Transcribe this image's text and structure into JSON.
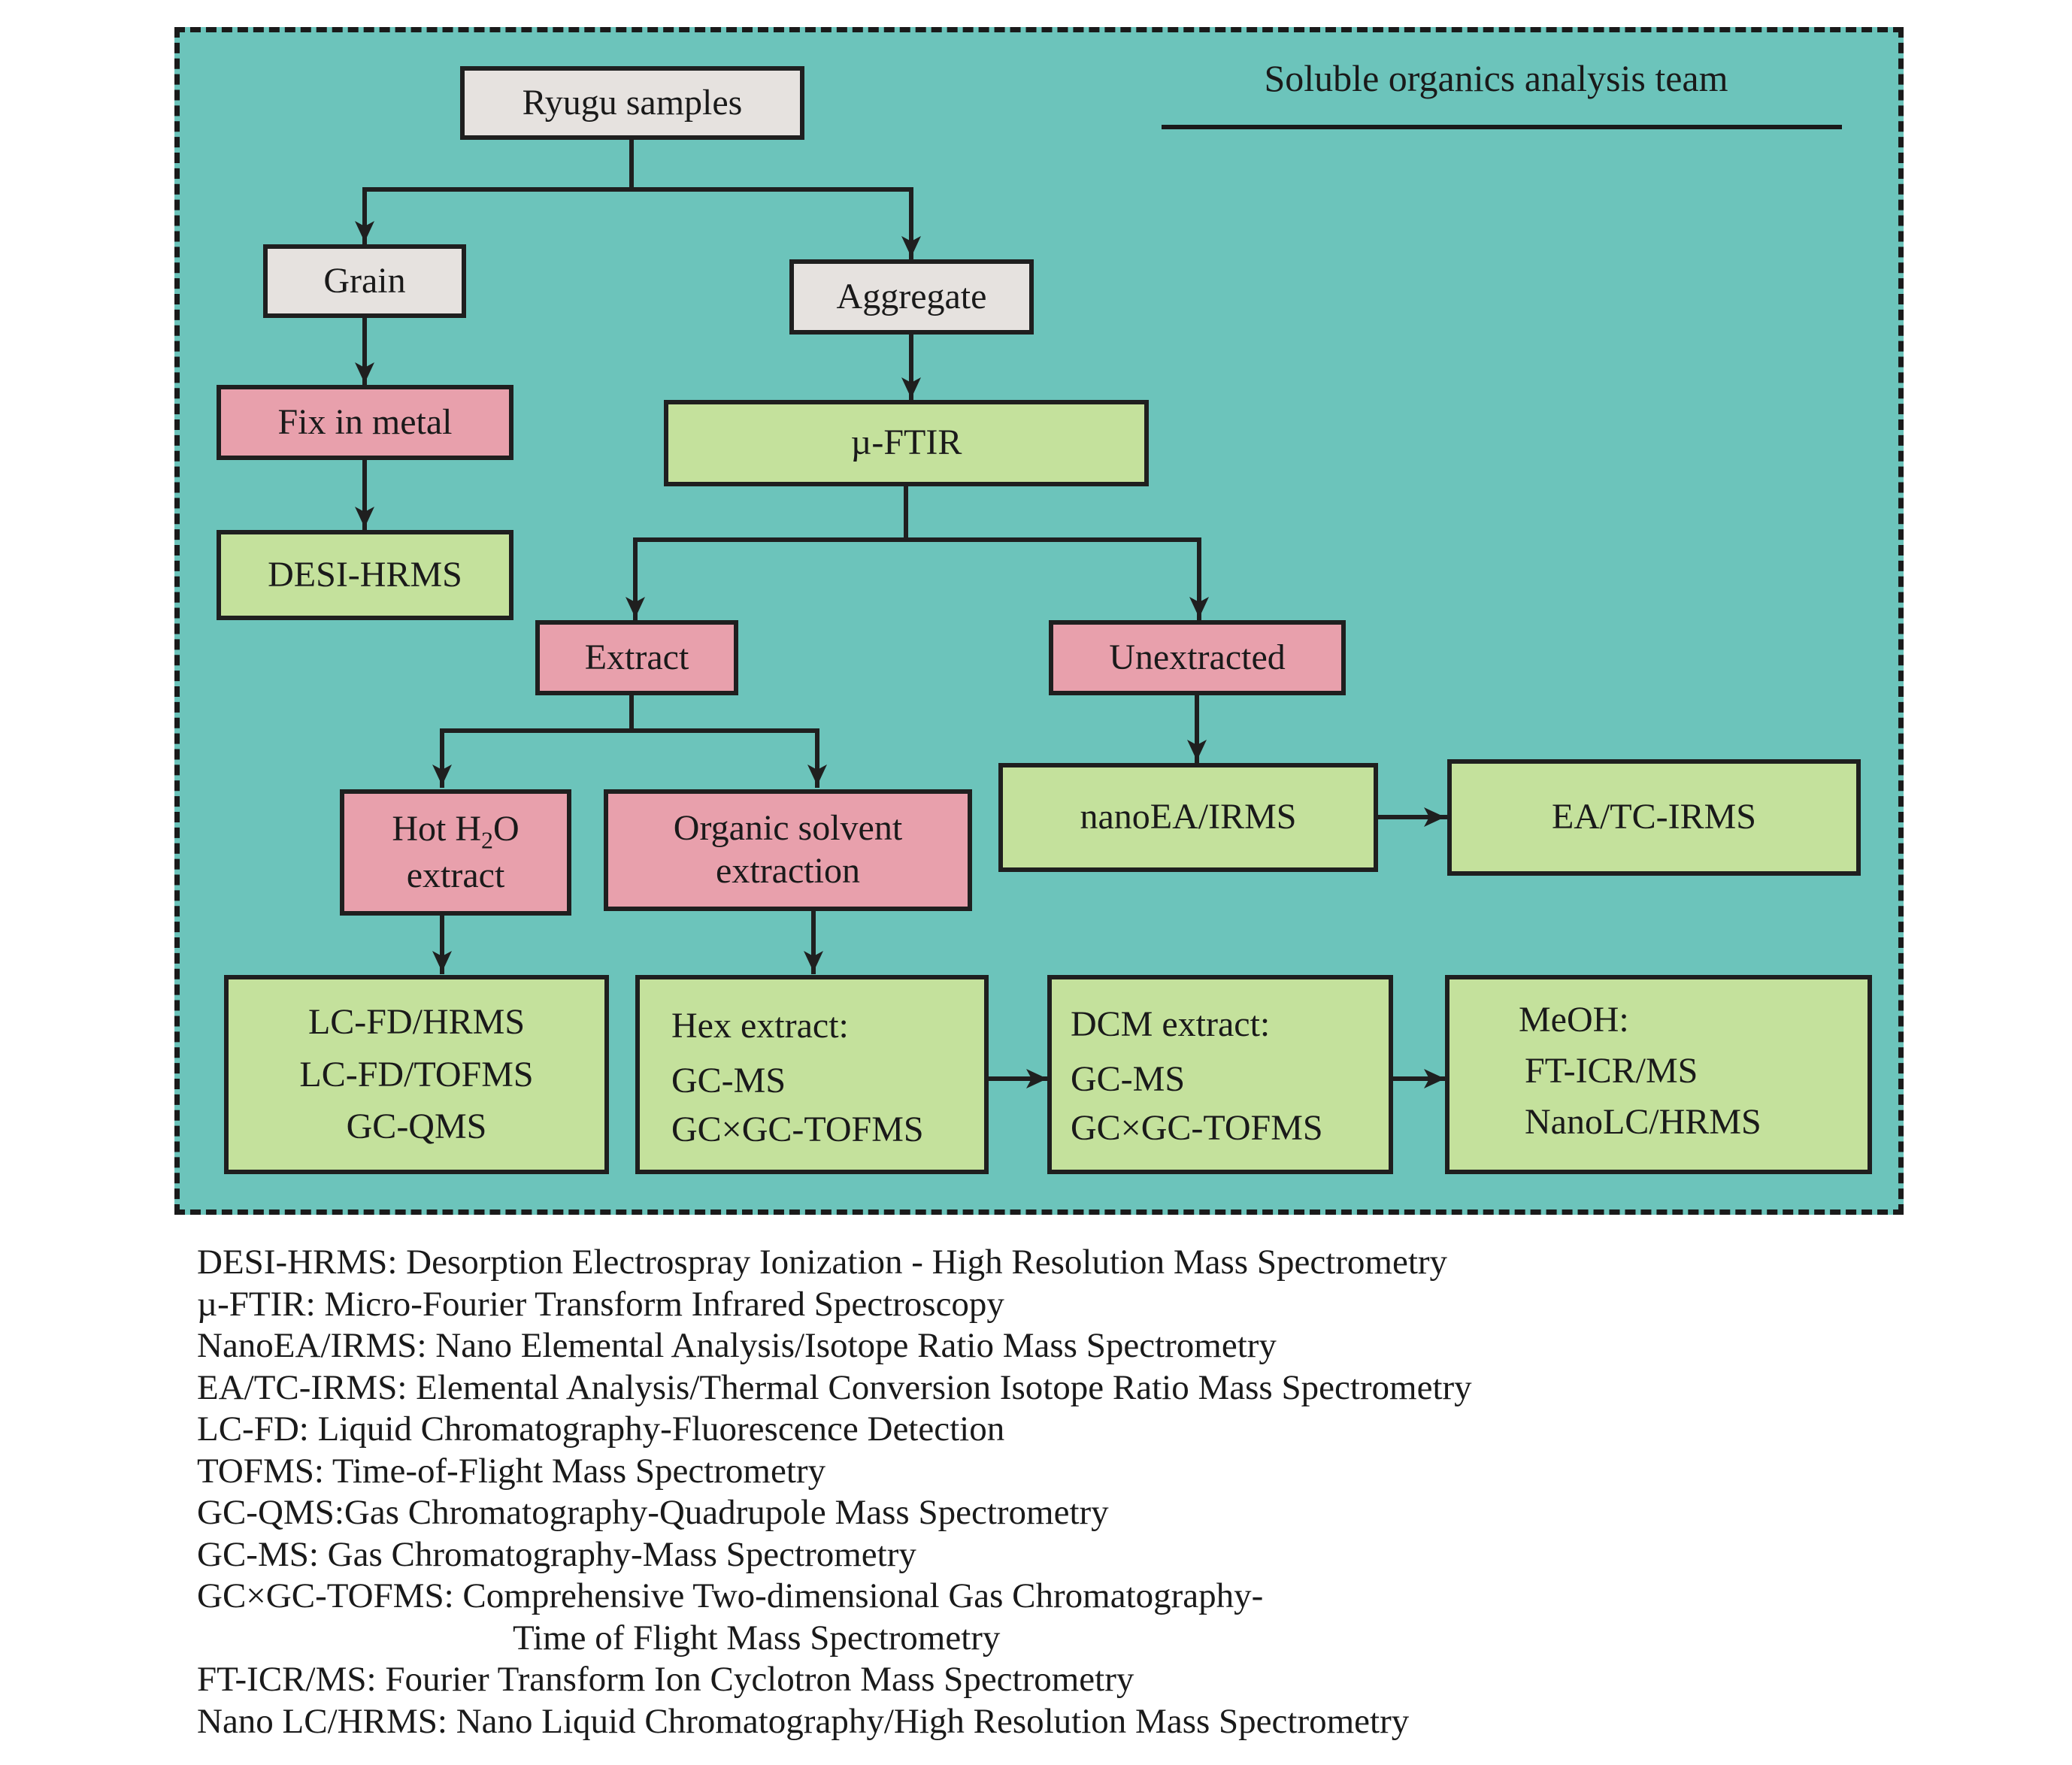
{
  "diagram": {
    "team_title": "Soluble organics analysis team",
    "nodes": {
      "ryugu": "Ryugu samples",
      "grain": "Grain",
      "aggregate": "Aggregate",
      "fix_metal": "Fix in metal",
      "mu_ftir": "µ-FTIR",
      "desi_hrms": "DESI-HRMS",
      "extract": "Extract",
      "unextracted": "Unextracted",
      "hot_water": {
        "line1_prefix": "Hot H",
        "line1_sub": "2",
        "line1_suffix": "O",
        "line2": "extract"
      },
      "organic_solvent": {
        "line1": "Organic solvent",
        "line2": "extraction"
      },
      "nanoea": "nanoEA/IRMS",
      "ea_tc": "EA/TC-IRMS",
      "lc_box": {
        "line1": "LC-FD/HRMS",
        "line2": "LC-FD/TOFMS",
        "line3": "GC-QMS"
      },
      "hex_box": {
        "title": "Hex extract:",
        "line1": "GC-MS",
        "line2": "GC×GC-TOFMS"
      },
      "dcm_box": {
        "title": "DCM extract:",
        "line1": "GC-MS",
        "line2": "GC×GC-TOFMS"
      },
      "meoh_box": {
        "title": "MeOH:",
        "line1": "FT-ICR/MS",
        "line2": "NanoLC/HRMS"
      }
    }
  },
  "glossary": [
    "DESI-HRMS: Desorption Electrospray Ionization - High Resolution Mass Spectrometry",
    "µ-FTIR: Micro-Fourier Transform Infrared Spectroscopy",
    "NanoEA/IRMS: Nano Elemental Analysis/Isotope Ratio Mass Spectrometry",
    "EA/TC-IRMS: Elemental Analysis/Thermal Conversion Isotope Ratio Mass Spectrometry",
    "LC-FD: Liquid Chromatography-Fluorescence Detection",
    "TOFMS: Time-of-Flight Mass Spectrometry",
    "GC-QMS:Gas Chromatography-Quadrupole Mass Spectrometry",
    "GC-MS: Gas Chromatography-Mass Spectrometry",
    "GC×GC-TOFMS: Comprehensive Two-dimensional Gas Chromatography-",
    "Time of Flight Mass Spectrometry",
    "FT-ICR/MS: Fourier Transform Ion Cyclotron Mass Spectrometry",
    "Nano LC/HRMS: Nano Liquid Chromatography/High Resolution Mass Spectrometry"
  ]
}
